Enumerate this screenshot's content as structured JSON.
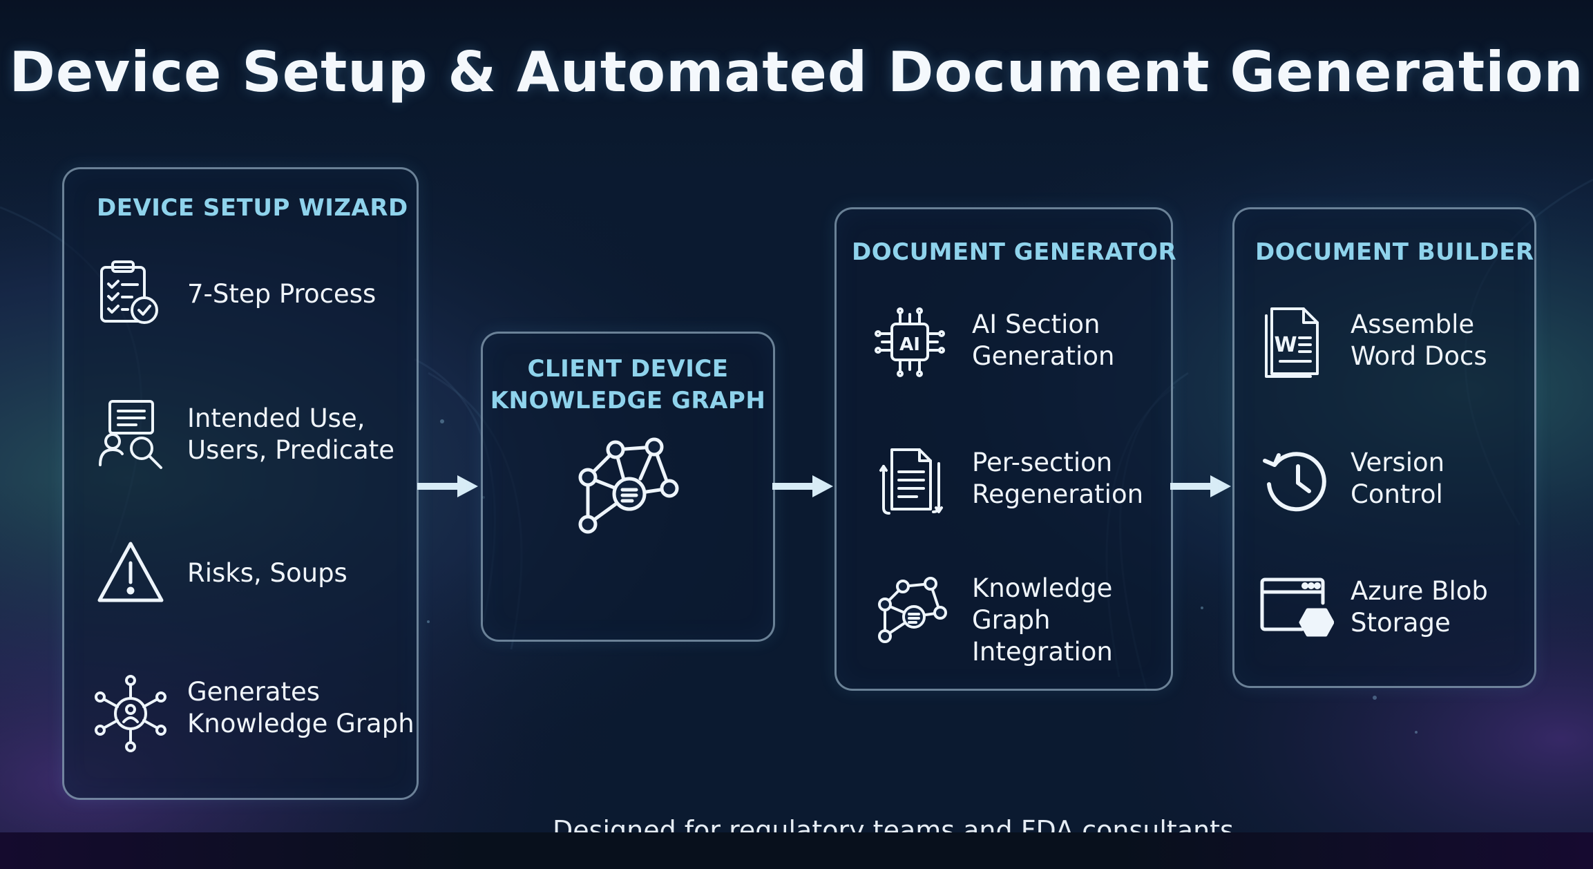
{
  "title": "Device Setup & Automated Document Generation",
  "panels": {
    "wizard": {
      "title": "DEVICE SETUP WIZARD",
      "items": [
        {
          "lines": [
            "7-Step Process"
          ],
          "icon": "clipboard-check-icon"
        },
        {
          "lines": [
            "Intended Use,",
            "Users, Predicate"
          ],
          "icon": "user-search-icon"
        },
        {
          "lines": [
            "Risks, Soups"
          ],
          "icon": "warning-icon"
        },
        {
          "lines": [
            "Generates",
            "Knowledge Graph"
          ],
          "icon": "person-network-icon"
        }
      ]
    },
    "graph": {
      "title_lines": [
        "CLIENT DEVICE",
        "KNOWLEDGE GRAPH"
      ],
      "icon": "knowledge-graph-icon"
    },
    "generator": {
      "title": "DOCUMENT GENERATOR",
      "items": [
        {
          "lines": [
            "AI Section",
            "Generation"
          ],
          "icon": "ai-chip-icon"
        },
        {
          "lines": [
            "Per-section",
            "Regeneration"
          ],
          "icon": "document-refresh-icon"
        },
        {
          "lines": [
            "Knowledge",
            "Graph",
            "Integration"
          ],
          "icon": "graph-integration-icon"
        }
      ]
    },
    "builder": {
      "title": "DOCUMENT BUILDER",
      "items": [
        {
          "lines": [
            "Assemble",
            "Word Docs"
          ],
          "icon": "word-document-icon"
        },
        {
          "lines": [
            "Version",
            "Control"
          ],
          "icon": "history-clock-icon"
        },
        {
          "lines": [
            "Azure Blob",
            "Storage"
          ],
          "icon": "blob-storage-icon"
        }
      ]
    }
  },
  "footer_caption": "Designed for regulatory teams and FDA consultants",
  "colors": {
    "background": "#0a1628",
    "panel_title": "#8fd3ec",
    "panel_border": "#b9d7eb",
    "text": "#f0f5fa",
    "arrow": "#d8ecf6"
  }
}
